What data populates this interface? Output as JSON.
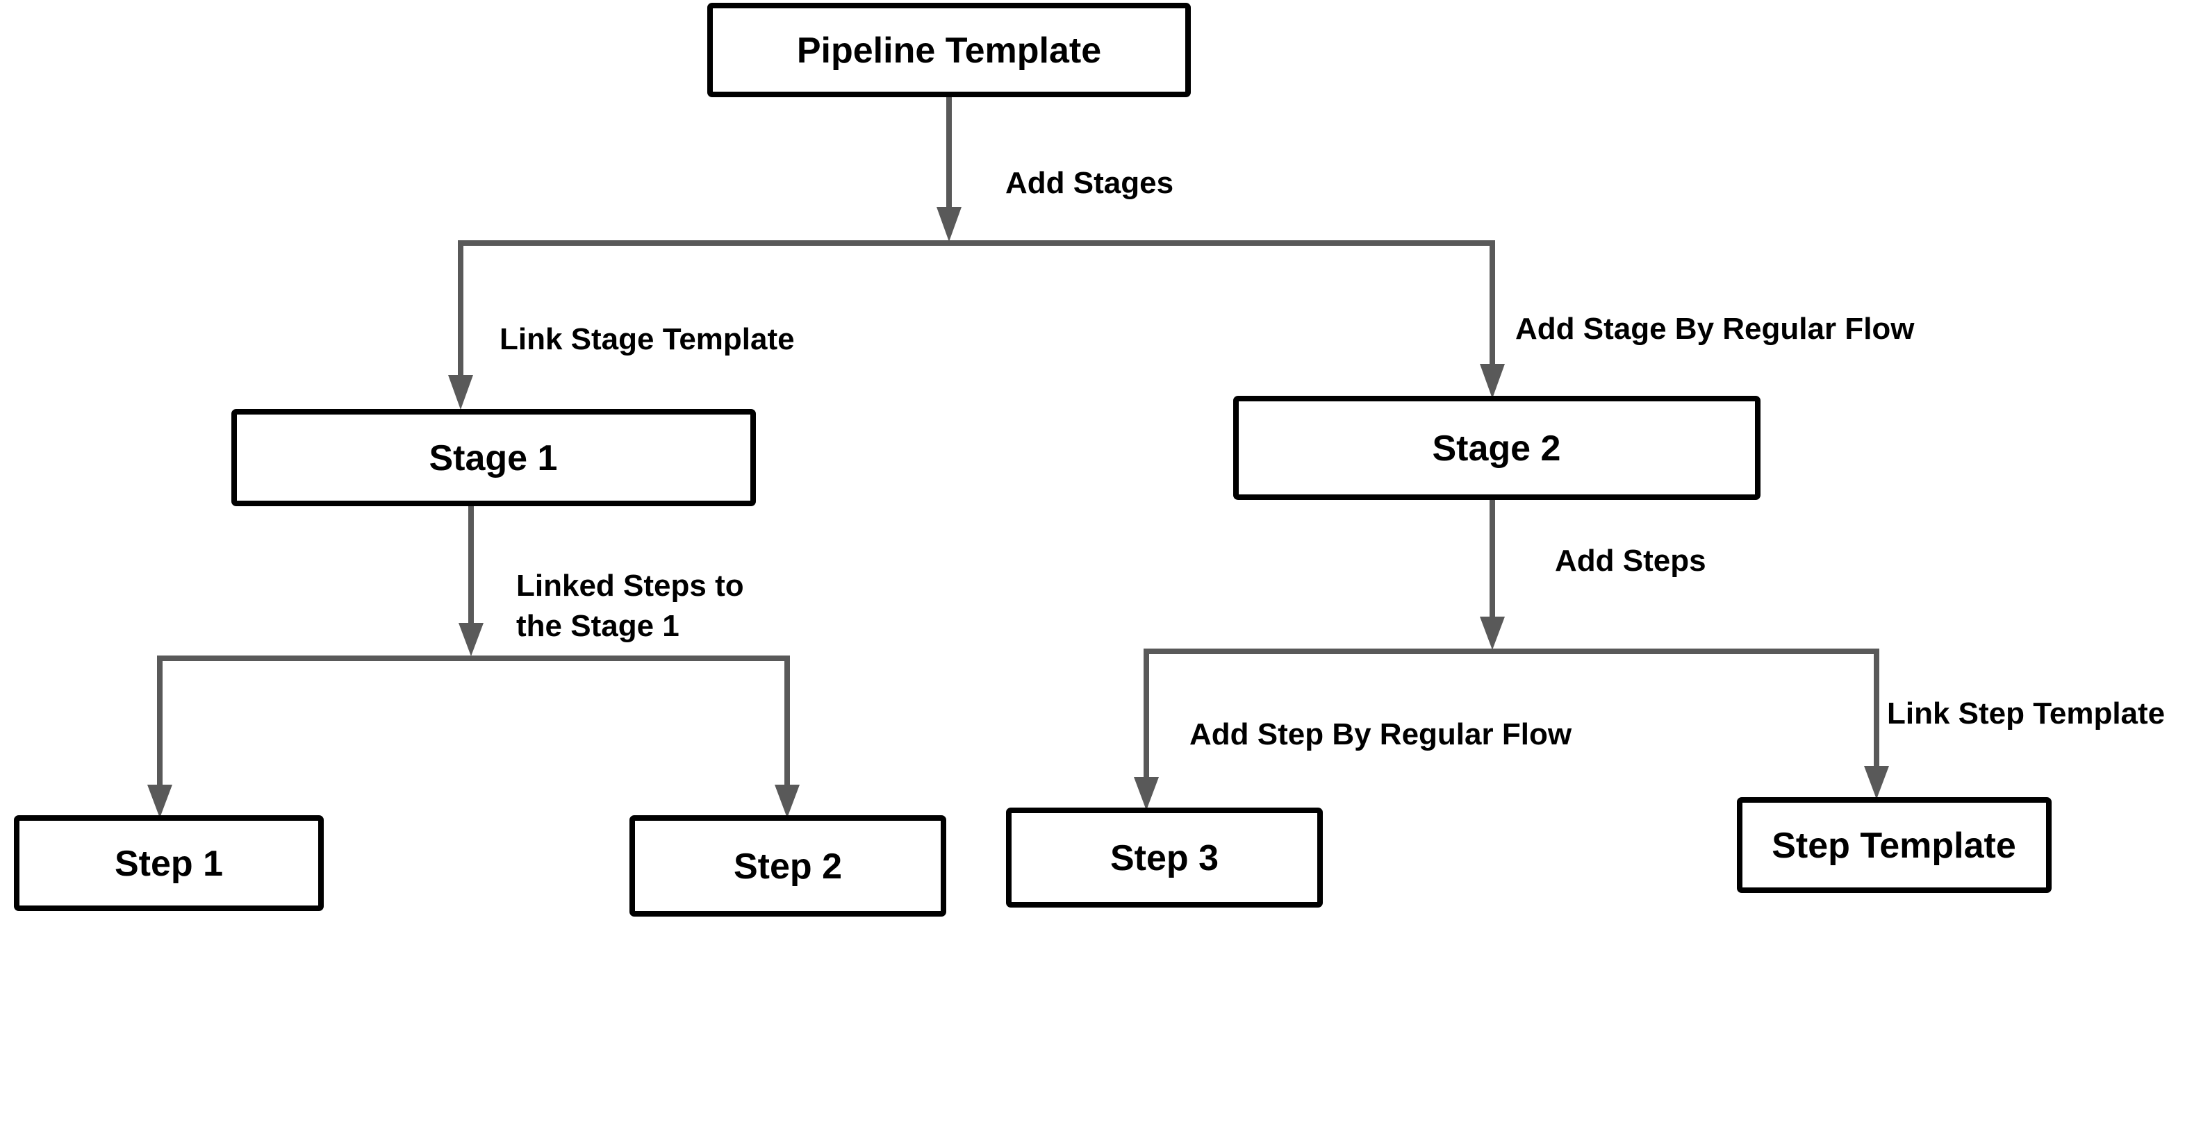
{
  "diagram": {
    "nodes": {
      "pipeline_template": {
        "label": "Pipeline Template"
      },
      "stage1": {
        "label": "Stage 1"
      },
      "stage2": {
        "label": "Stage 2"
      },
      "step1": {
        "label": "Step 1"
      },
      "step2": {
        "label": "Step 2"
      },
      "step3": {
        "label": "Step 3"
      },
      "step_template": {
        "label": "Step Template"
      }
    },
    "edges": {
      "add_stages": {
        "label": "Add Stages",
        "from": "pipeline_template",
        "to": "stage1,stage2"
      },
      "link_stage_template": {
        "label": "Link Stage Template",
        "from": "pipeline_template",
        "to": "stage1"
      },
      "add_stage_by_regular_flow": {
        "label": "Add Stage By Regular Flow",
        "from": "pipeline_template",
        "to": "stage2"
      },
      "linked_steps": {
        "label_line1": "Linked Steps to",
        "label_line2": "the Stage 1",
        "from": "stage1",
        "to": "step1,step2"
      },
      "add_steps": {
        "label": "Add Steps",
        "from": "stage2",
        "to": "step3,step_template"
      },
      "add_step_by_regular_flow": {
        "label": "Add Step By Regular Flow",
        "from": "stage2",
        "to": "step3"
      },
      "link_step_template": {
        "label": "Link Step Template",
        "from": "stage2",
        "to": "step_template"
      }
    },
    "colors": {
      "arrow": "#595959",
      "box_border": "#000000",
      "box_fill": "#ffffff",
      "text": "#000000",
      "background": "#ffffff"
    }
  }
}
